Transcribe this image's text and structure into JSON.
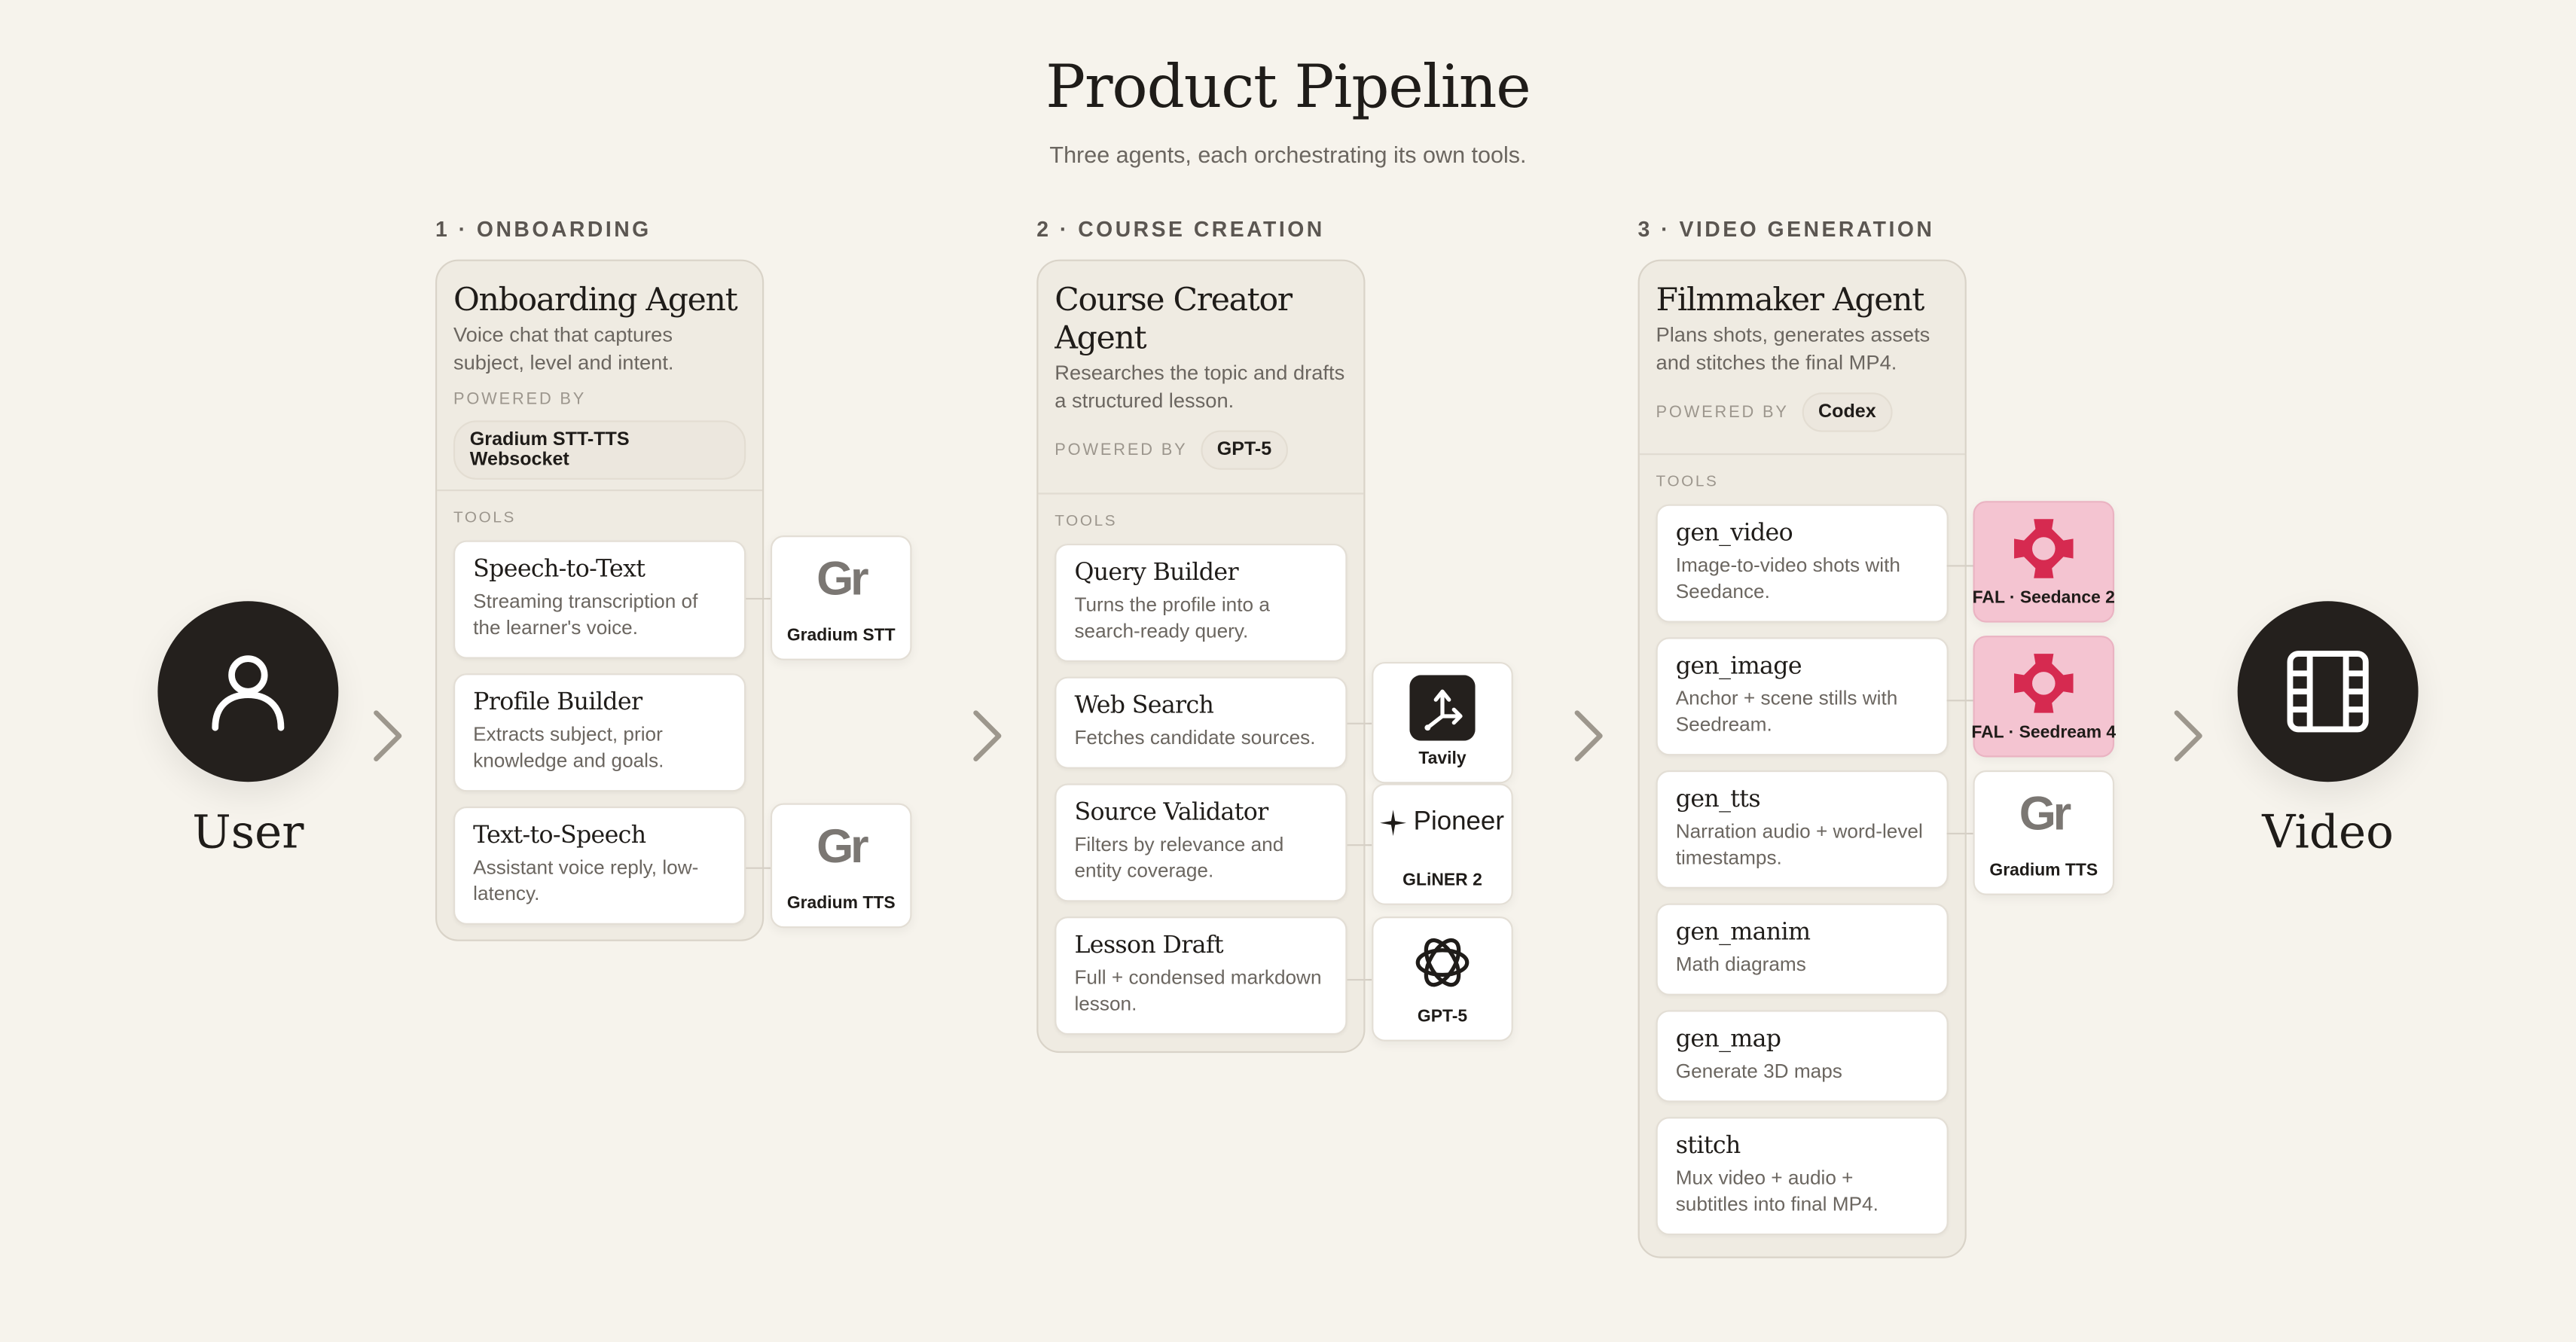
{
  "header": {
    "title": "Product Pipeline",
    "subtitle": "Three agents, each orchestrating its own tools."
  },
  "endpoints": {
    "start": {
      "label": "User",
      "icon": "user-icon"
    },
    "end": {
      "label": "Video",
      "icon": "film-icon"
    }
  },
  "stages": [
    {
      "label": "1 · ONBOARDING",
      "agent": {
        "title": "Onboarding Agent",
        "description": "Voice chat that captures subject, level and intent.",
        "powered_by_label": "POWERED BY",
        "powered_by": "Gradium STT-TTS Websocket",
        "tools_label": "TOOLS"
      },
      "tools": [
        {
          "name": "Speech-to-Text",
          "description": "Streaming transcription of the learner's voice."
        },
        {
          "name": "Profile Builder",
          "description": "Extracts subject, prior knowledge and goals."
        },
        {
          "name": "Text-to-Speech",
          "description": "Assistant voice reply, low-latency."
        }
      ],
      "providers": [
        {
          "label": "Gradium STT",
          "logo_text": "Gr",
          "icon": "gradium-logo-icon"
        },
        {
          "label": "Gradium TTS",
          "logo_text": "Gr",
          "icon": "gradium-logo-icon"
        }
      ]
    },
    {
      "label": "2 · COURSE CREATION",
      "agent": {
        "title": "Course Creator Agent",
        "description": "Researches the topic and drafts a structured lesson.",
        "powered_by_label": "POWERED BY",
        "powered_by": "GPT-5",
        "tools_label": "TOOLS"
      },
      "tools": [
        {
          "name": "Query Builder",
          "description": "Turns the profile into a search-ready query."
        },
        {
          "name": "Web Search",
          "description": "Fetches candidate sources."
        },
        {
          "name": "Source Validator",
          "description": "Filters by relevance and entity coverage."
        },
        {
          "name": "Lesson Draft",
          "description": "Full + condensed markdown lesson."
        }
      ],
      "providers": [
        {
          "label": "Tavily",
          "icon": "tavily-logo-icon"
        },
        {
          "label": "GLiNER 2",
          "logo_text": "Pioneer",
          "icon": "pioneer-logo-icon"
        },
        {
          "label": "GPT-5",
          "icon": "openai-logo-icon"
        }
      ]
    },
    {
      "label": "3 · VIDEO GENERATION",
      "agent": {
        "title": "Filmmaker Agent",
        "description": "Plans shots, generates assets and stitches the final MP4.",
        "powered_by_label": "POWERED BY",
        "powered_by": "Codex",
        "tools_label": "TOOLS"
      },
      "tools": [
        {
          "name": "gen_video",
          "description": "Image-to-video shots with Seedance."
        },
        {
          "name": "gen_image",
          "description": "Anchor + scene stills with Seedream."
        },
        {
          "name": "gen_tts",
          "description": "Narration audio + word-level timestamps."
        },
        {
          "name": "gen_manim",
          "description": "Math diagrams"
        },
        {
          "name": "gen_map",
          "description": "Generate 3D maps"
        },
        {
          "name": "stitch",
          "description": "Mux video + audio + subtitles into final MP4."
        }
      ],
      "providers": [
        {
          "label": "FAL · Seedance 2",
          "icon": "fal-logo-icon",
          "color": "#f4c4d1"
        },
        {
          "label": "FAL · Seedream 4",
          "icon": "fal-logo-icon",
          "color": "#f4c4d1"
        },
        {
          "label": "Gradium TTS",
          "logo_text": "Gr",
          "icon": "gradium-logo-icon"
        }
      ]
    }
  ],
  "colors": {
    "background": "#f6f3ec",
    "endpoint": "#24201d",
    "fal_pink": "#f4c4d1",
    "fal_logo": "#d62a50"
  }
}
